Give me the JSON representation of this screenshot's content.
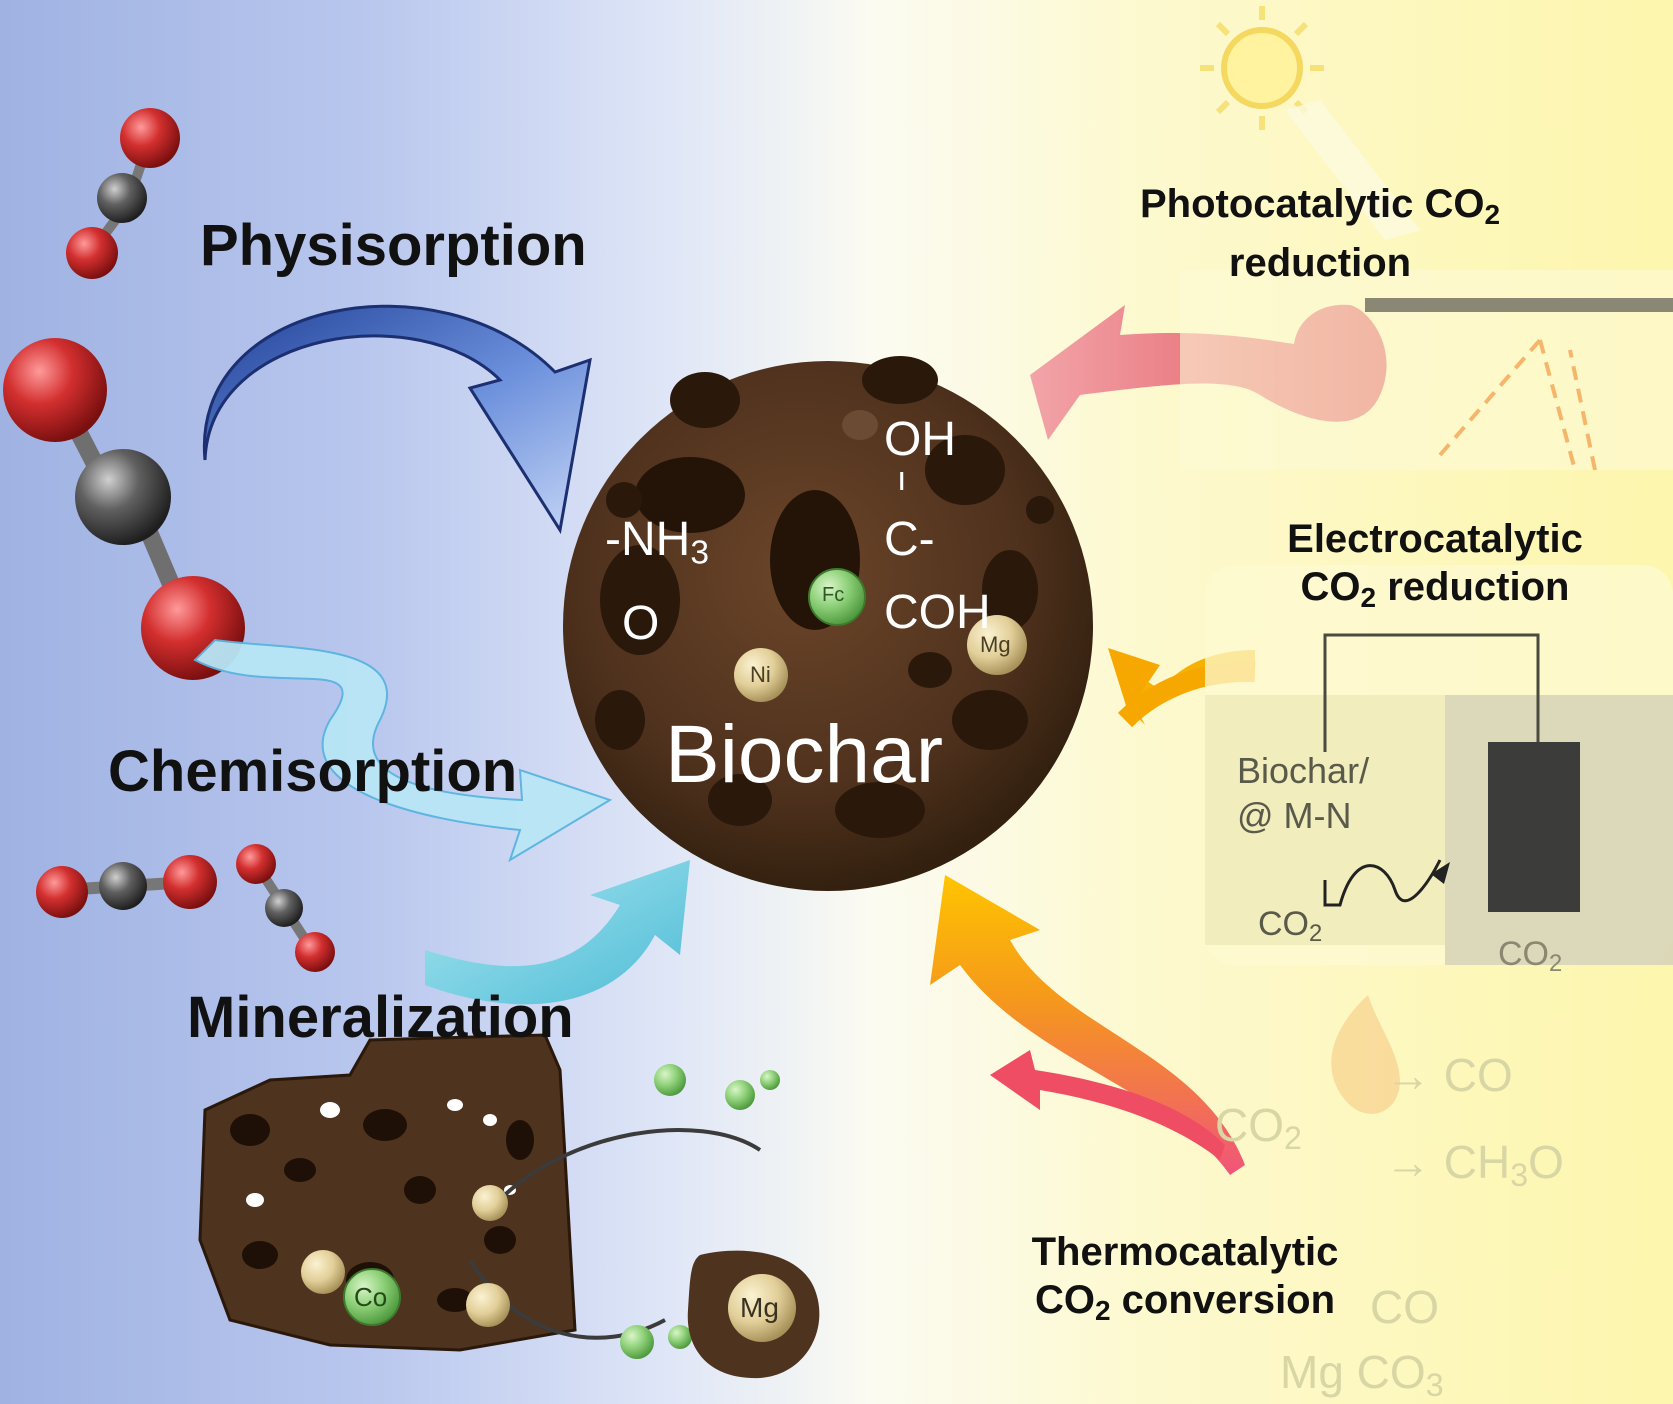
{
  "labels": {
    "physisorption": "Physisorption",
    "chemisorption": "Chemisorption",
    "mineralization": "Mineralization",
    "photo_line1": "Photocatalytic CO",
    "photo_sub": "2",
    "photo_line2": "reduction",
    "electro_line1": "Electrocatalytic",
    "electro_co": "CO",
    "electro_sub": "2",
    "electro_rest": " reduction",
    "thermo_line1": "Thermocatalytic",
    "thermo_co": "CO",
    "thermo_sub": "2",
    "thermo_rest": " conversion"
  },
  "biochar": {
    "title": "Biochar",
    "oh": "OH",
    "tick": "ı",
    "c": "C-",
    "coh": "COH",
    "nh": "-NH",
    "nh_sub": "3",
    "o": "O",
    "metals": {
      "fe": "Fc",
      "ni": "Ni",
      "mg": "Mg"
    }
  },
  "mineral_metals": {
    "co": "Co",
    "mg": "Mg"
  },
  "electro_cell": {
    "line1": "Biochar/",
    "line2": "@ M-N",
    "co2_left": "CO",
    "co2_left_sub": "2",
    "co2_right": "CO",
    "co2_right_sub": "2"
  },
  "thermo_scheme": {
    "co2": "CO",
    "co2_sub": "2",
    "arrow_co": "→ CO",
    "arrow_ch3o": "→ CH",
    "ch3o_sub": "3",
    "ch3o_end": "O",
    "co_line": "CO",
    "mgco3": "Mg CO",
    "mgco3_sub": "3"
  },
  "colors": {
    "bg_left": "#9fb2e2",
    "bg_right": "#fdf6ad",
    "oxygen": "#c02a2a",
    "carbon": "#505050",
    "biochar": "#4a2e1b",
    "blue_arrow": "#5f86d6",
    "cyan_arrow": "#7fd3e0",
    "orange_arrow": "#f5a200",
    "red_arrow": "#e8505a"
  },
  "icons": [
    "sun-icon",
    "flame-icon",
    "co2-molecule-icon"
  ]
}
